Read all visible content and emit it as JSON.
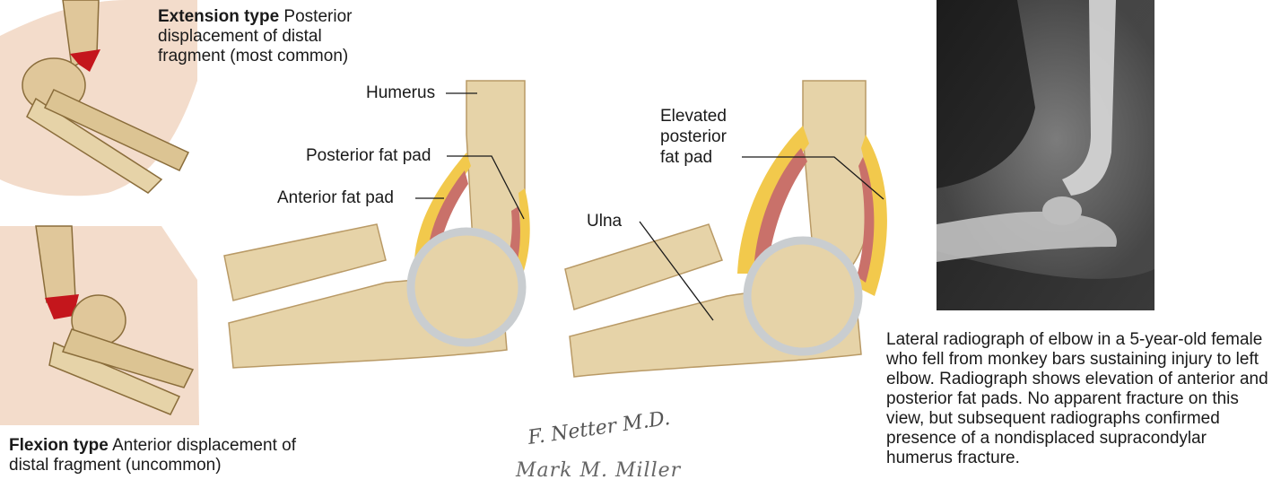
{
  "extension_caption": {
    "title": "Extension type",
    "text": " Posterior displacement of distal fragment (most common)"
  },
  "flexion_caption": {
    "title": "Flexion type",
    "text": " Anterior displacement of distal fragment (uncommon)"
  },
  "labels": {
    "humerus": "Humerus",
    "posterior_fat_pad": "Posterior fat pad",
    "anterior_fat_pad": "Anterior fat pad",
    "ulna": "Ulna",
    "elevated_line1": "Elevated",
    "elevated_line2": "posterior",
    "elevated_line3": "fat pad"
  },
  "radiograph_caption": "Lateral radiograph of elbow in a 5-year-old female who fell from monkey bars sustaining injury to left elbow. Radiograph shows elevation of anterior and posterior fat pads. No apparent fracture on this view, but subsequent radiographs confirmed presence of a nondisplaced supracondylar humerus fracture.",
  "signatures": {
    "netter": "F. Netter M.D.",
    "miller": "Mark M. Miller"
  },
  "colors": {
    "bone": "#e6d3a8",
    "bone_dark": "#b99a66",
    "fat": "#f2c94c",
    "muscle": "#c9716a",
    "cartilage": "#c9cdd0",
    "fracture": "#c4161c"
  }
}
